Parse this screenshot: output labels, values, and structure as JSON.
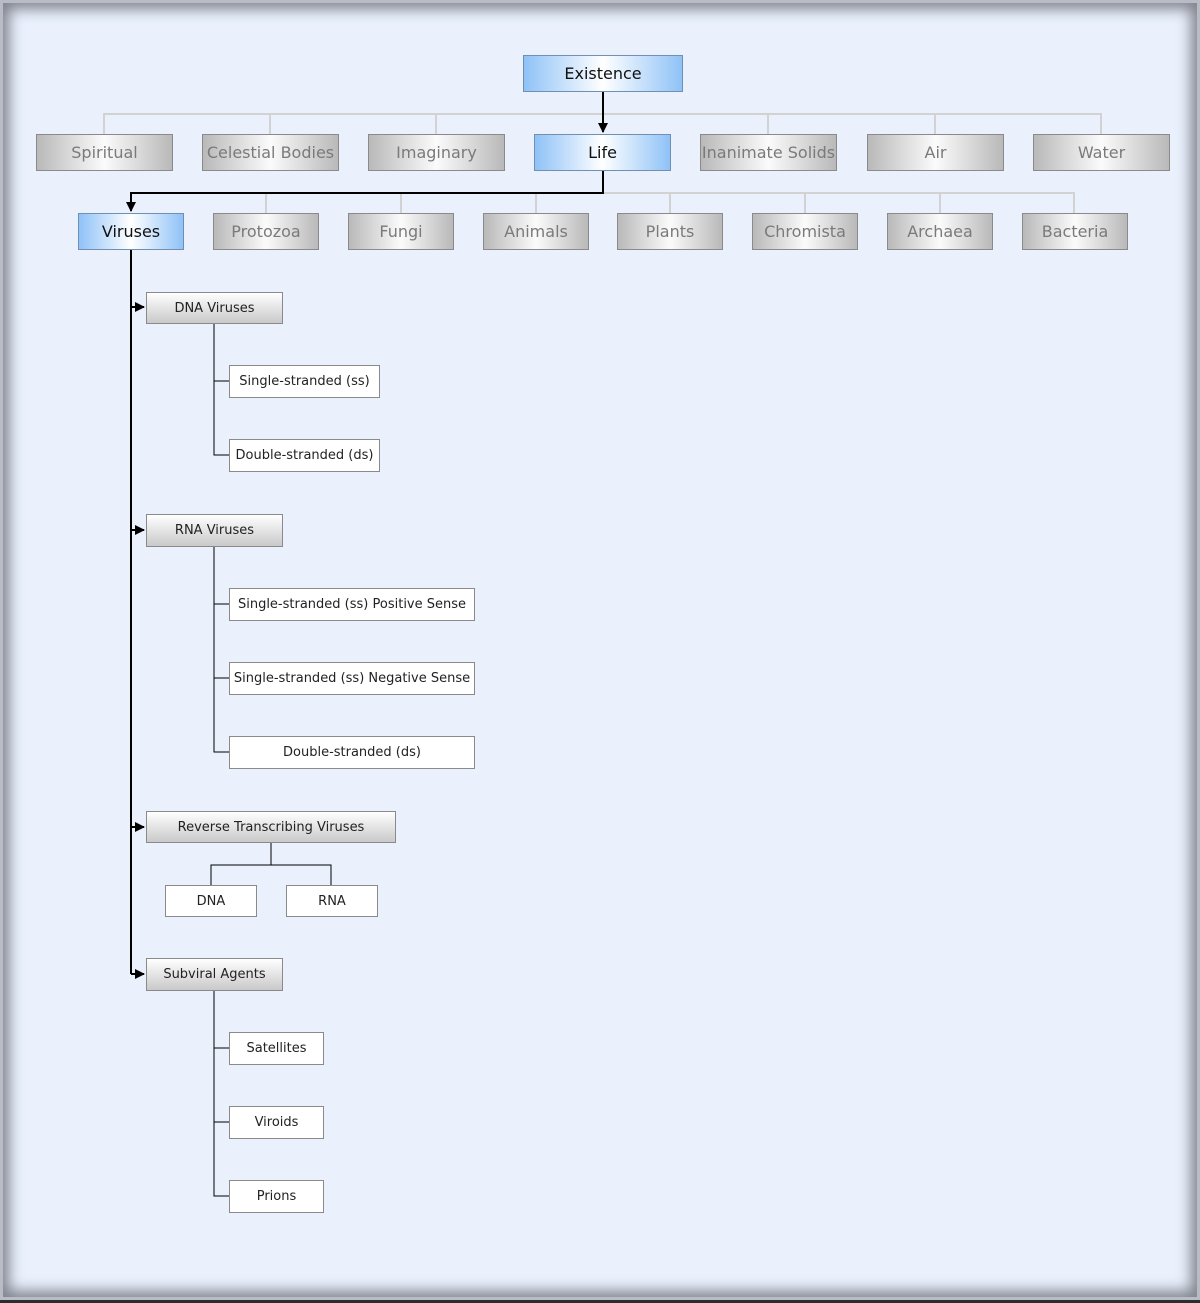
{
  "root": "Existence",
  "level1": [
    "Spiritual",
    "Celestial Bodies",
    "Imaginary",
    "Life",
    "Inanimate Solids",
    "Air",
    "Water"
  ],
  "level2": [
    "Viruses",
    "Protozoa",
    "Fungi",
    "Animals",
    "Plants",
    "Chromista",
    "Archaea",
    "Bacteria"
  ],
  "groups": {
    "dna": {
      "label": "DNA Viruses",
      "children": [
        "Single-stranded (ss)",
        "Double-stranded (ds)"
      ]
    },
    "rna": {
      "label": "RNA Viruses",
      "children": [
        "Single-stranded (ss) Positive Sense",
        "Single-stranded (ss) Negative Sense",
        "Double-stranded (ds)"
      ]
    },
    "rt": {
      "label": "Reverse Transcribing Viruses",
      "children": [
        "DNA",
        "RNA"
      ]
    },
    "subviral": {
      "label": "Subviral Agents",
      "children": [
        "Satellites",
        "Viroids",
        "Prions"
      ]
    }
  }
}
